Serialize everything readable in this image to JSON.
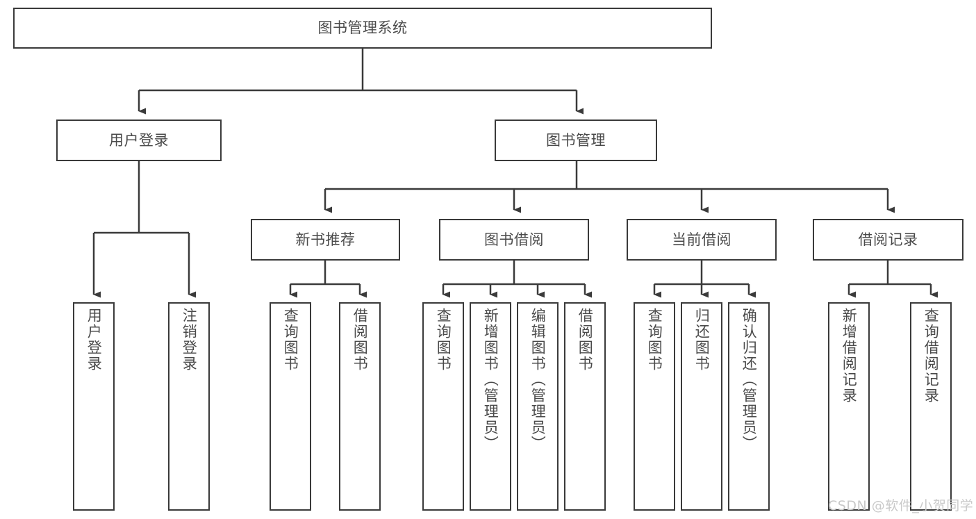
{
  "diagram": {
    "type": "tree",
    "title": "图书管理系统",
    "root": {
      "id": "root",
      "label": "图书管理系统",
      "level": 0
    },
    "level1": [
      {
        "id": "user-login",
        "label": "用户登录"
      },
      {
        "id": "book-manage",
        "label": "图书管理"
      }
    ],
    "level2": [
      {
        "id": "new-book-recommend",
        "label": "新书推荐",
        "parent": "book-manage"
      },
      {
        "id": "book-borrow",
        "label": "图书借阅",
        "parent": "book-manage"
      },
      {
        "id": "current-borrow",
        "label": "当前借阅",
        "parent": "book-manage"
      },
      {
        "id": "borrow-record",
        "label": "借阅记录",
        "parent": "book-manage"
      }
    ],
    "leaves": [
      {
        "id": "leaf-user-login",
        "label": "用户登录",
        "parent": "user-login"
      },
      {
        "id": "leaf-user-logout",
        "label": "注销登录",
        "parent": "user-login"
      },
      {
        "id": "leaf-query-book-1",
        "label": "查询图书",
        "parent": "new-book-recommend"
      },
      {
        "id": "leaf-borrow-book-1",
        "label": "借阅图书",
        "parent": "new-book-recommend"
      },
      {
        "id": "leaf-query-book-2",
        "label": "查询图书",
        "parent": "book-borrow"
      },
      {
        "id": "leaf-add-book",
        "label": "新增图书（管理员）",
        "parent": "book-borrow"
      },
      {
        "id": "leaf-edit-book",
        "label": "编辑图书（管理员）",
        "parent": "book-borrow"
      },
      {
        "id": "leaf-borrow-book-2",
        "label": "借阅图书",
        "parent": "book-borrow"
      },
      {
        "id": "leaf-query-book-3",
        "label": "查询图书",
        "parent": "current-borrow"
      },
      {
        "id": "leaf-return-book",
        "label": "归还图书",
        "parent": "current-borrow"
      },
      {
        "id": "leaf-confirm-return",
        "label": "确认归还（管理员）",
        "parent": "current-borrow"
      },
      {
        "id": "leaf-add-record",
        "label": "新增借阅记录",
        "parent": "borrow-record"
      },
      {
        "id": "leaf-query-record",
        "label": "查询借阅记录",
        "parent": "borrow-record"
      }
    ]
  },
  "watermark": {
    "text": "CSDN @软件_小贺同学"
  },
  "colors": {
    "stroke": "#3a3a3a",
    "text": "#4a4a4a",
    "background": "#ffffff",
    "watermark": "#c9c9c9"
  }
}
